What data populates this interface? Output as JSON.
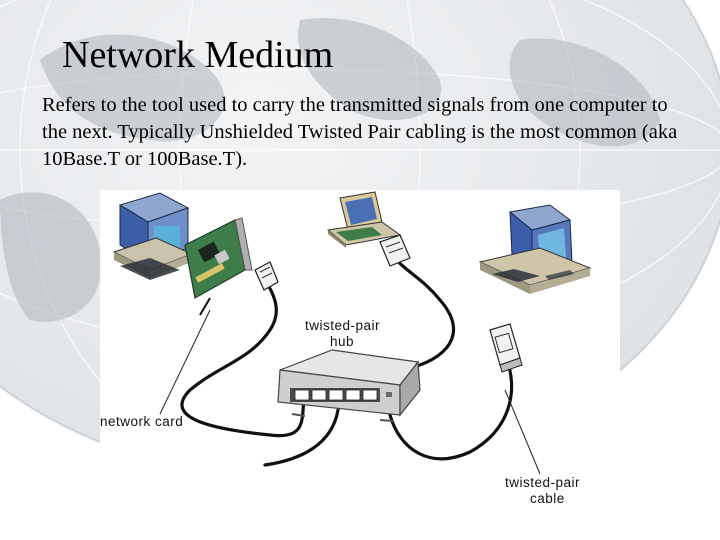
{
  "slide": {
    "title": "Network Medium",
    "body": "Refers to the tool used to carry the transmitted signals from one computer to the next.  Typically Unshielded Twisted Pair cabling is the most common (aka 10Base.T or 100Base.T)."
  },
  "diagram": {
    "labels": {
      "hub_line1": "twisted-pair",
      "hub_line2": "hub",
      "network_card": "network card",
      "cable_line1": "twisted-pair",
      "cable_line2": "cable"
    }
  },
  "colors": {
    "background": "#ffffff",
    "globe": "#c8cdd2",
    "cable": "#111111",
    "monitor_screen": "#4a6fb5",
    "card_green": "#3e7d4a",
    "case_beige": "#d8d2bf"
  },
  "icons": [
    "globe-background",
    "desktop-computer-icon",
    "laptop-icon",
    "network-card-icon",
    "hub-icon",
    "rj45-connector-icon",
    "server-tower-icon"
  ]
}
